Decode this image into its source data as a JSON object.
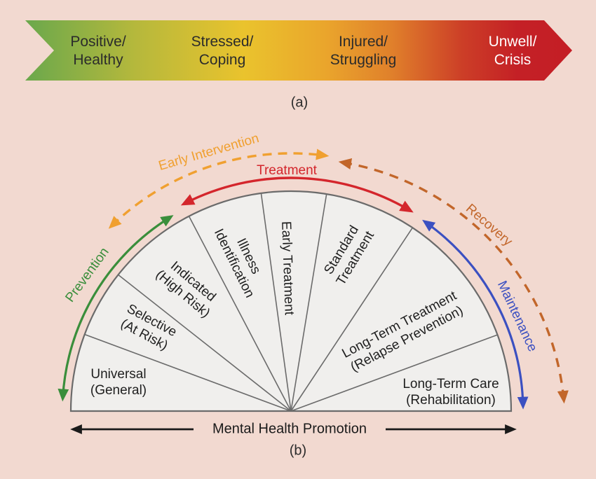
{
  "figure": {
    "background_color": "#f2d9d0",
    "panel_a": {
      "caption": "(a)",
      "continuum_band": {
        "gradient_colors": [
          "#6aa84c",
          "#eac32d",
          "#e0802b",
          "#c41e25"
        ],
        "stages": [
          {
            "line1": "Positive/",
            "line2": "Healthy",
            "text_color": "#2b2b2b"
          },
          {
            "line1": "Stressed/",
            "line2": "Coping",
            "text_color": "#2b2b2b"
          },
          {
            "line1": "Injured/",
            "line2": "Struggling",
            "text_color": "#2b2b2b"
          },
          {
            "line1": "Unwell/",
            "line2": "Crisis",
            "text_color": "#ffffff"
          }
        ]
      }
    },
    "panel_b": {
      "caption": "(b)",
      "fan": {
        "fill_color": "#f0efed",
        "stroke_color": "#6b6b6b",
        "wedges": [
          {
            "line1": "Universal",
            "line2": "(General)"
          },
          {
            "line1": "Selective",
            "line2": "(At Risk)"
          },
          {
            "line1": "Indicated",
            "line2": "(High Risk)"
          },
          {
            "line1": "Illness",
            "line2": "Identification"
          },
          {
            "line1": "Early Treatment",
            "line2": ""
          },
          {
            "line1": "Standard",
            "line2": "Treatment"
          },
          {
            "line1": "Long-Term Treatment",
            "line2": "(Relapse Prevention)"
          },
          {
            "line1": "Long-Term Care",
            "line2": "(Rehabilitation)"
          }
        ]
      },
      "stage_arcs": [
        {
          "label": "Prevention",
          "color": "#3a8e3b",
          "style": "solid"
        },
        {
          "label": "Early Intervention",
          "color": "#f0a030",
          "style": "dashed"
        },
        {
          "label": "Treatment",
          "color": "#d4262c",
          "style": "solid"
        },
        {
          "label": "Recovery",
          "color": "#c2662a",
          "style": "dashed"
        },
        {
          "label": "Maintenance",
          "color": "#3b50c1",
          "style": "solid"
        }
      ],
      "baseline": {
        "label": "Mental Health Promotion",
        "color": "#1a1a1a"
      }
    }
  }
}
